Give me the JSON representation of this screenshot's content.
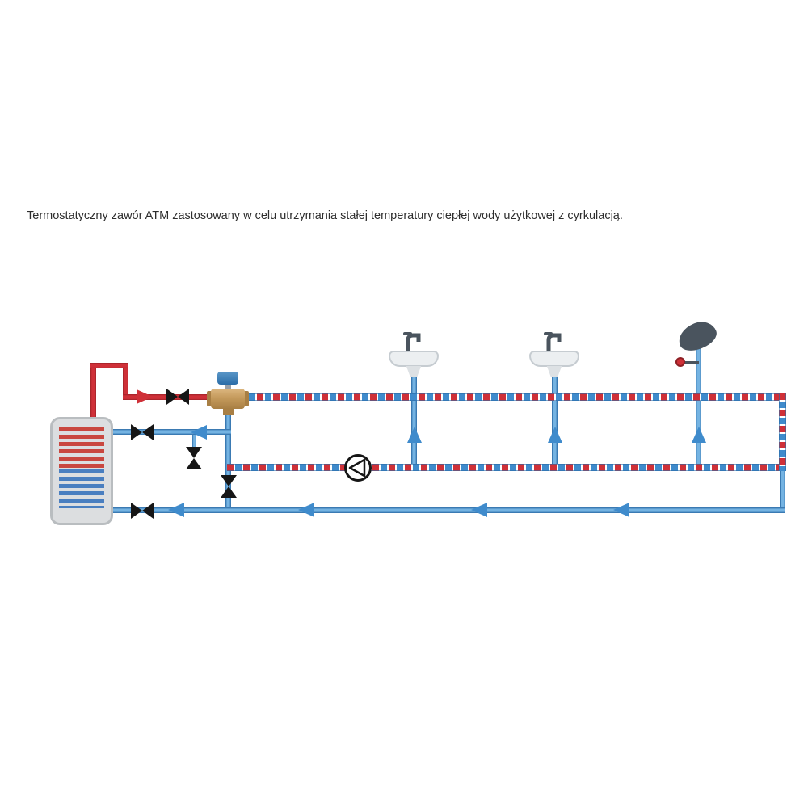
{
  "caption": "Termostatyczny zawór ATM zastosowany w celu utrzymania stałej temperatury ciepłej wody użytkowej z cyrkulacją.",
  "colors": {
    "background": "#ffffff",
    "text": "#2e2e2e",
    "hot": "#cf3038",
    "hot-dark": "#9e2227",
    "cold": "#3f8bcc",
    "cold-edge": "#2a6aa5",
    "cold-light": "#74b3e2",
    "valve-black": "#161616",
    "brass": "#c59a5c",
    "brass-dark": "#a87f44",
    "brass-light": "#dcb780",
    "cap-blue": "#2a6da8",
    "cap-blue-light": "#5b97c8",
    "fixture-gray": "#4a545e",
    "fixture-light": "#eceff1",
    "fixture-border": "#c6ccd1",
    "tank-gray": "#dcdee0",
    "tank-border": "#b9bdc0"
  },
  "icons": {
    "tank": "hot-water-storage-tank",
    "mixing_valve": "atm-thermostatic-mixing-valve",
    "pump": "circulation-pump",
    "shutoff_valve": "shutoff-valve",
    "check_valve": "check-valve",
    "sink": "washbasin-with-faucet",
    "shower": "shower-head",
    "hot_flow": "flow-arrow-right",
    "cold_flow": "flow-arrow-left",
    "riser_flow": "flow-arrow-up"
  }
}
